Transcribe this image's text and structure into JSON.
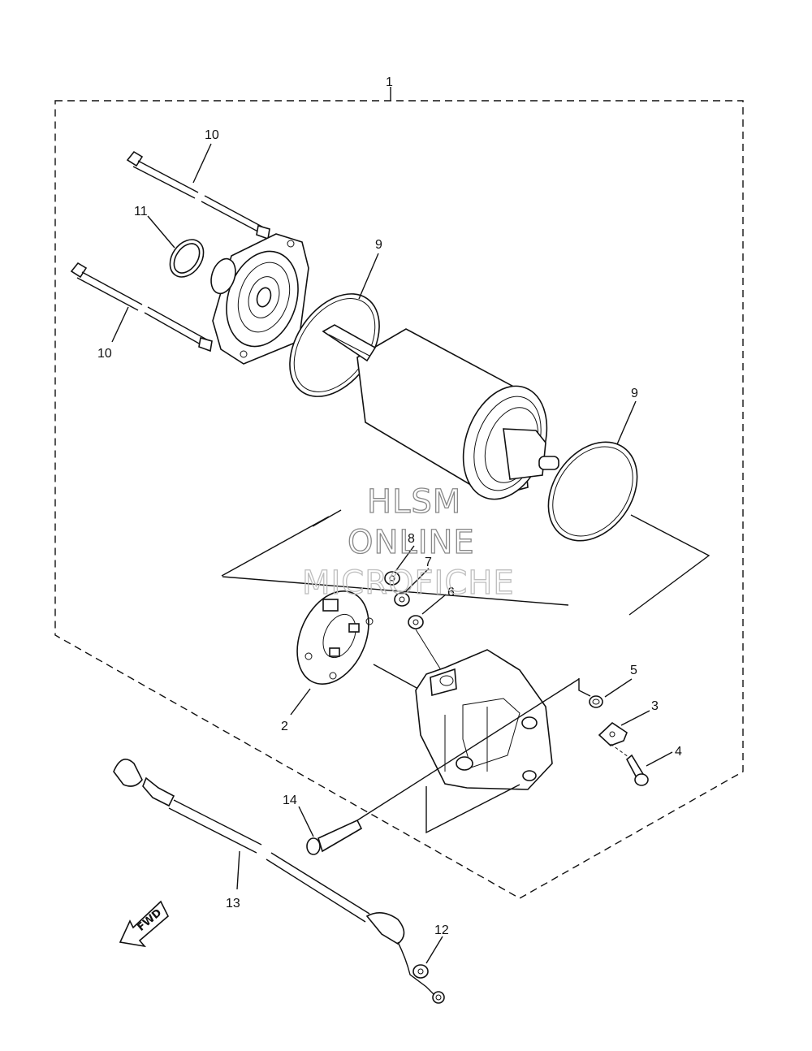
{
  "diagram": {
    "callouts": {
      "c1": "1",
      "c2": "2",
      "c3": "3",
      "c4": "4",
      "c5": "5",
      "c6": "6",
      "c7": "7",
      "c8": "8",
      "c9a": "9",
      "c9b": "9",
      "c10a": "10",
      "c10b": "10",
      "c11": "11",
      "c12": "12",
      "c13": "13",
      "c14": "14"
    },
    "fwd_label": "FWD",
    "watermark": {
      "line1": "HLSM",
      "line2": "ONLINE",
      "line3": "MICROFICHE"
    }
  }
}
